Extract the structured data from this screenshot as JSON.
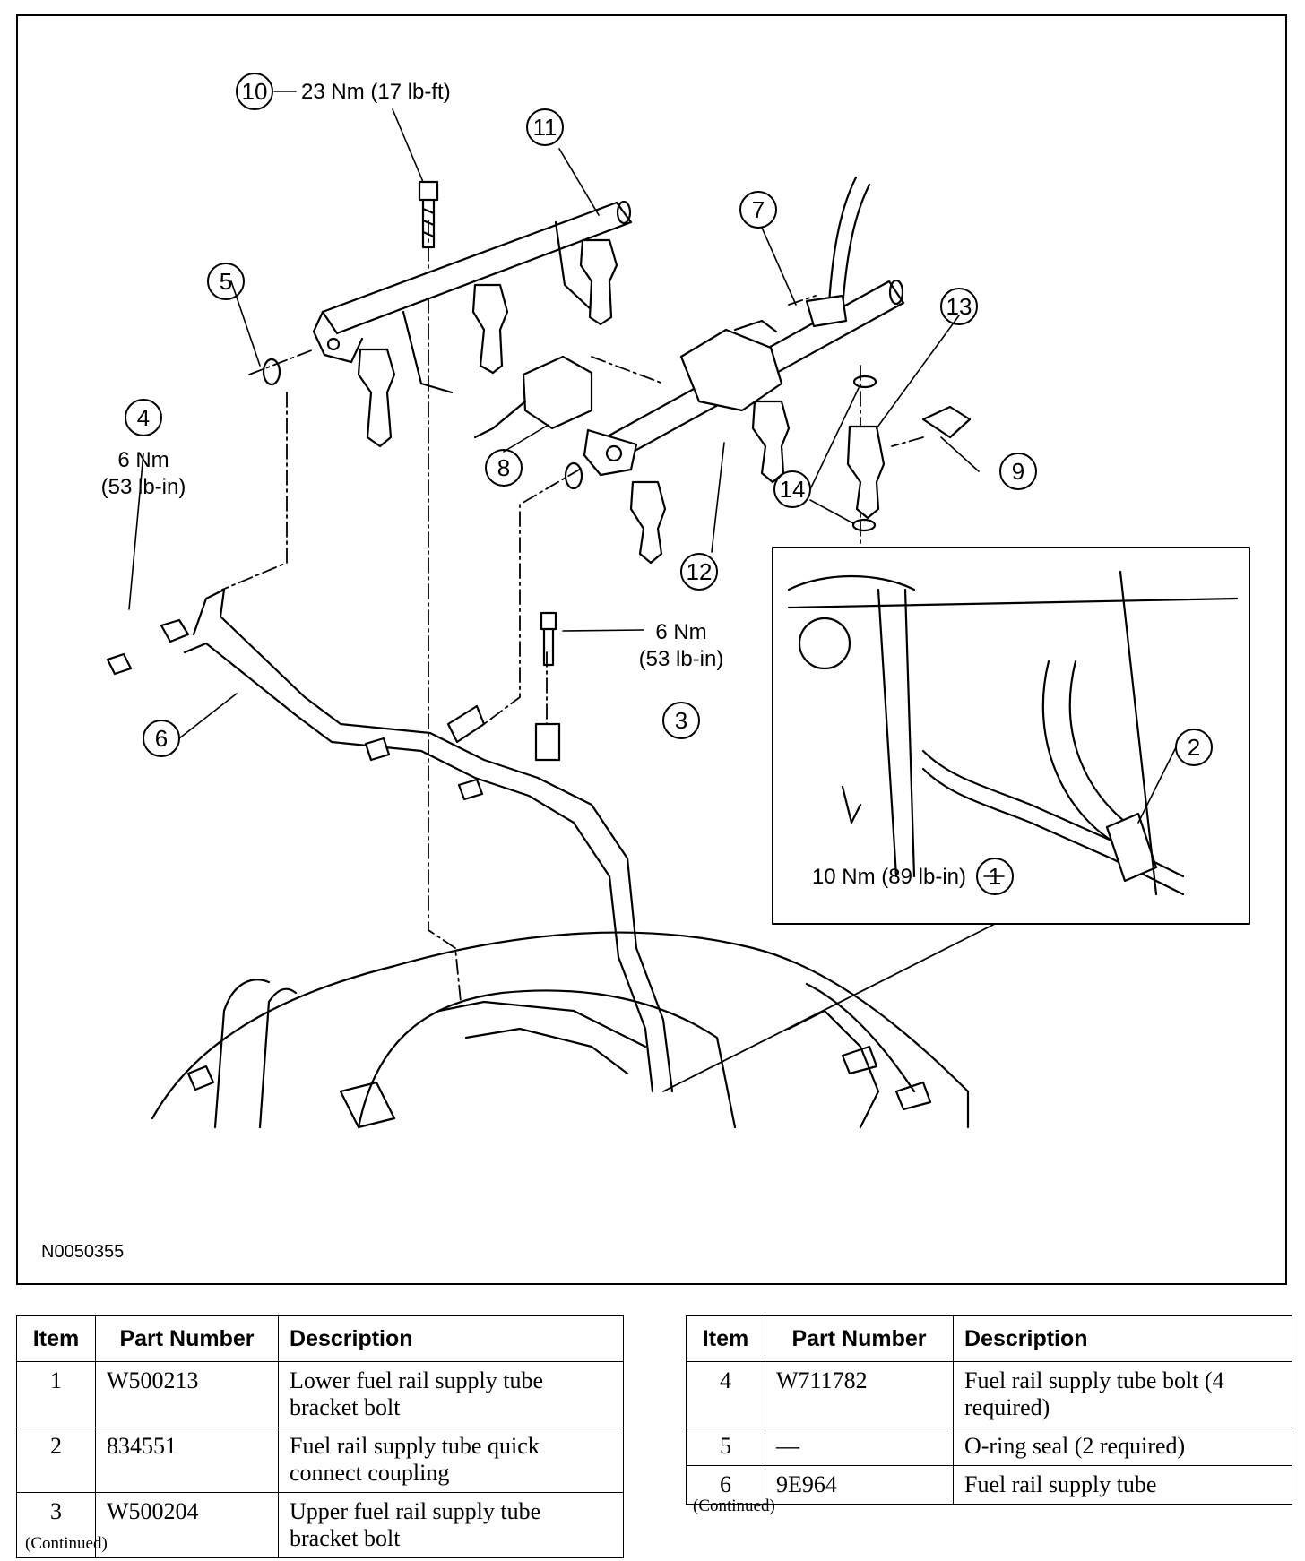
{
  "figure": {
    "id": "N0050355",
    "callouts": {
      "c1": "1",
      "c2": "2",
      "c3": "3",
      "c4": "4",
      "c5": "5",
      "c6": "6",
      "c7": "7",
      "c8": "8",
      "c9": "9",
      "c10": "10",
      "c11": "11",
      "c12": "12",
      "c13": "13",
      "c14": "14"
    },
    "torque": {
      "t10": "23 Nm (17 lb-ft)",
      "t4_nm": "6 Nm",
      "t4_lbin": "(53 lb-in)",
      "t3_nm": "6 Nm",
      "t3_lbin": "(53 lb-in)",
      "t1": "10 Nm (89 lb-in)"
    }
  },
  "tables": {
    "headers": {
      "item": "Item",
      "part_number": "Part Number",
      "description": "Description"
    },
    "left": [
      {
        "item": "1",
        "part_number": "W500213",
        "description": "Lower fuel rail supply tube bracket bolt"
      },
      {
        "item": "2",
        "part_number": "834551",
        "description": "Fuel rail supply tube quick connect coupling"
      },
      {
        "item": "3",
        "part_number": "W500204",
        "description": "Upper fuel rail supply tube bracket bolt"
      }
    ],
    "right": [
      {
        "item": "4",
        "part_number": "W711782",
        "description": "Fuel rail supply tube bolt (4 required)"
      },
      {
        "item": "5",
        "part_number": "—",
        "description": "O-ring seal (2 required)"
      },
      {
        "item": "6",
        "part_number": "9E964",
        "description": "Fuel rail supply tube"
      }
    ],
    "continued_left": "(Continued)",
    "continued_right": "(Continued)"
  }
}
